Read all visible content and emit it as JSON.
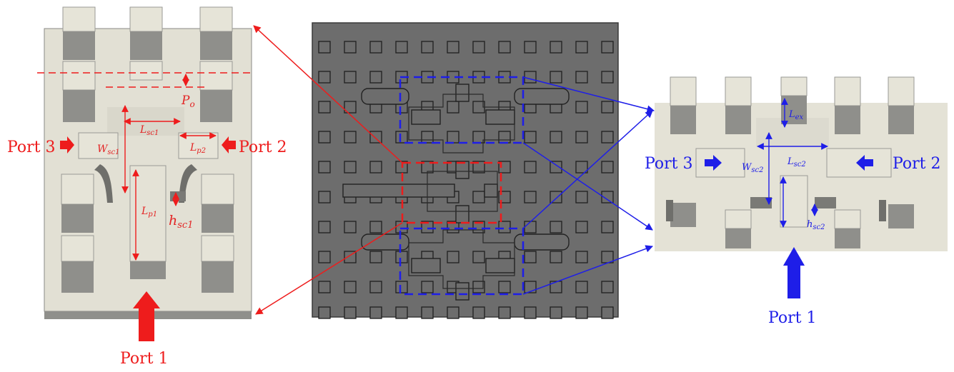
{
  "colors": {
    "red": "#ee1c1c",
    "blue": "#1e1ee8",
    "block_top": "#e4e2d6",
    "block_side": "#9a9a96",
    "device_plate": "#6e6e6e"
  },
  "left_view": {
    "port1": "Port 1",
    "port2": "Port 2",
    "port3": "Port 3",
    "dims": {
      "po": {
        "main": "P",
        "sub": "o"
      },
      "lsc1": {
        "main": "L",
        "sub": "sc1"
      },
      "lp2": {
        "main": "L",
        "sub": "p2"
      },
      "wsc1": {
        "main": "W",
        "sub": "sc1"
      },
      "lp1": {
        "main": "L",
        "sub": "p1"
      },
      "hsc1": {
        "main": "h",
        "sub": "sc1"
      }
    }
  },
  "right_view": {
    "port1": "Port 1",
    "port2": "Port 2",
    "port3": "Port 3",
    "dims": {
      "lex": {
        "main": "L",
        "sub": "ex"
      },
      "lsc2": {
        "main": "L",
        "sub": "sc2"
      },
      "wsc2": {
        "main": "W",
        "sub": "sc2"
      },
      "hsc2": {
        "main": "h",
        "sub": "sc2"
      }
    }
  }
}
